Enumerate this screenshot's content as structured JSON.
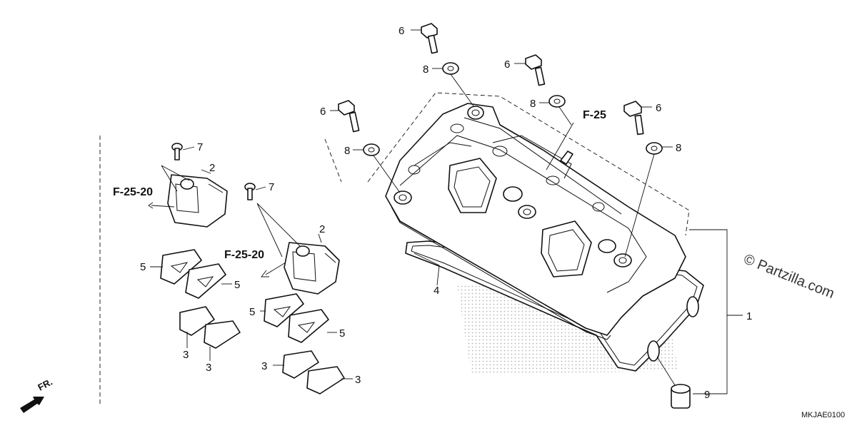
{
  "diagram": {
    "callouts": {
      "bolt_6_a": "6",
      "bolt_6_b": "6",
      "bolt_6_c": "6",
      "bolt_6_d": "6",
      "washer_8_a": "8",
      "washer_8_b": "8",
      "washer_8_c": "8",
      "washer_8_d": "8",
      "bolt_7_a": "7",
      "bolt_7_b": "7",
      "coil_2_a": "2",
      "coil_2_b": "2",
      "seal_5_a": "5",
      "seal_5_b": "5",
      "seal_5_c": "5",
      "seal_5_d": "5",
      "plate_3_a": "3",
      "plate_3_b": "3",
      "plate_3_c": "3",
      "plate_3_d": "3",
      "gasket_4": "4",
      "cover_1": "1",
      "collar_9": "9"
    },
    "references": {
      "f25": "F-25",
      "f25_20_a": "F-25-20",
      "f25_20_b": "F-25-20"
    },
    "front_marker": "FR.",
    "watermark": "© Partzilla.com",
    "diagram_code": "MKJAE0100"
  }
}
